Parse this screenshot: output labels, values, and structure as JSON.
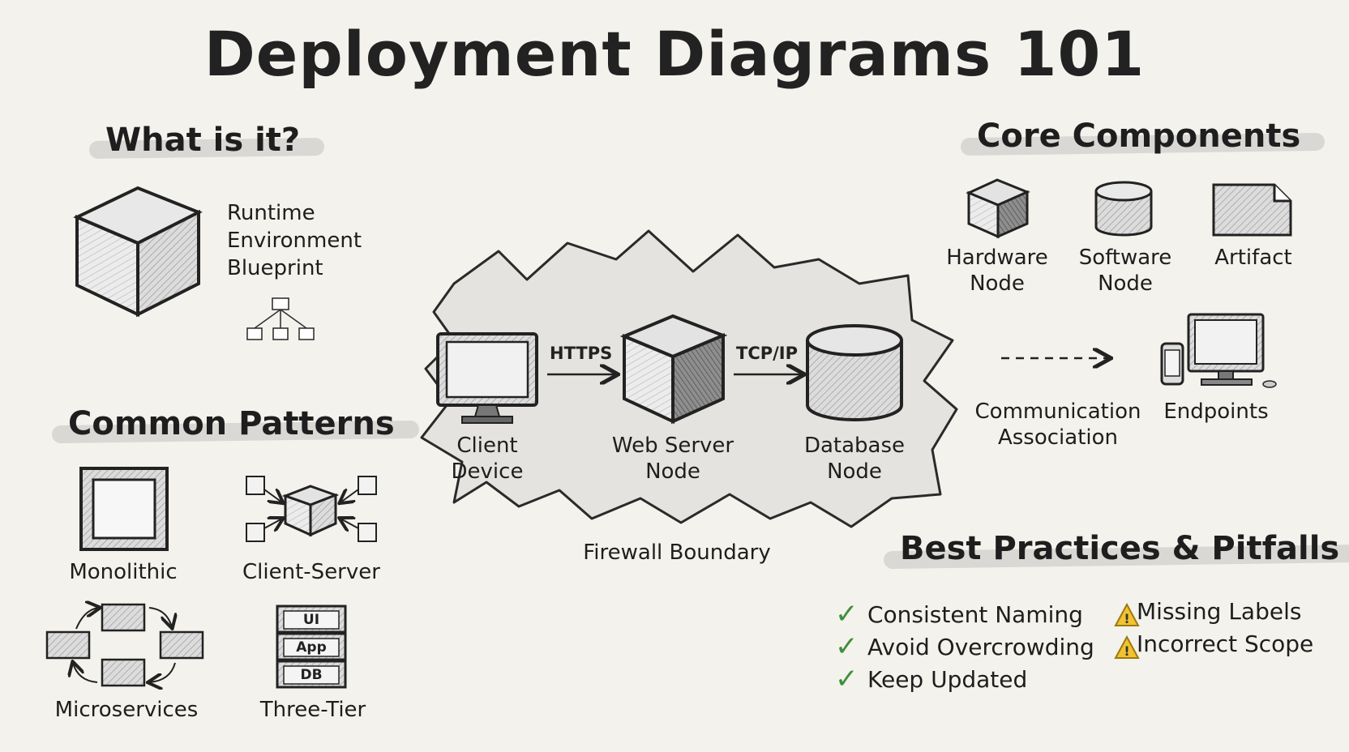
{
  "title": "Deployment Diagrams 101",
  "what_is_it": {
    "heading": "What is it?",
    "lines": [
      "Runtime",
      "Environment",
      "Blueprint"
    ],
    "icons": [
      "cube-icon",
      "hierarchy-icon"
    ]
  },
  "core_components": {
    "heading": "Core Components",
    "items": [
      {
        "label_lines": [
          "Hardware",
          "Node"
        ],
        "icon": "cube-icon"
      },
      {
        "label_lines": [
          "Software",
          "Node"
        ],
        "icon": "cylinder-icon"
      },
      {
        "label_lines": [
          "Artifact"
        ],
        "icon": "document-icon"
      }
    ],
    "communication": {
      "label_lines": [
        "Communication",
        "Association"
      ],
      "icon": "dashed-arrow-icon"
    },
    "endpoints": {
      "label_lines": [
        "Endpoints"
      ],
      "icon": "desktop-phone-icon"
    }
  },
  "center_diagram": {
    "boundary_label": "Firewall Boundary",
    "nodes": [
      {
        "label_lines": [
          "Client",
          "Device"
        ],
        "icon": "monitor-icon"
      },
      {
        "label_lines": [
          "Web Server",
          "Node"
        ],
        "icon": "cube-icon"
      },
      {
        "label_lines": [
          "Database",
          "Node"
        ],
        "icon": "cylinder-icon"
      }
    ],
    "links": [
      "HTTPS",
      "TCP/IP"
    ]
  },
  "common_patterns": {
    "heading": "Common Patterns",
    "items": [
      {
        "label": "Monolithic",
        "icon": "square-frame-icon"
      },
      {
        "label": "Client-Server",
        "icon": "hub-icon"
      },
      {
        "label": "Microservices",
        "icon": "cycle-boxes-icon"
      },
      {
        "label": "Three-Tier",
        "icon": "stack-icon",
        "tiers": [
          "UI",
          "App",
          "DB"
        ]
      }
    ]
  },
  "best_practices": {
    "heading": "Best Practices & Pitfalls",
    "good": [
      "Consistent Naming",
      "Avoid Overcrowding",
      "Keep Updated"
    ],
    "bad": [
      "Missing Labels",
      "Incorrect Scope"
    ],
    "colors": {
      "check": "#3f8f3c",
      "warning": "#f2c230"
    }
  }
}
